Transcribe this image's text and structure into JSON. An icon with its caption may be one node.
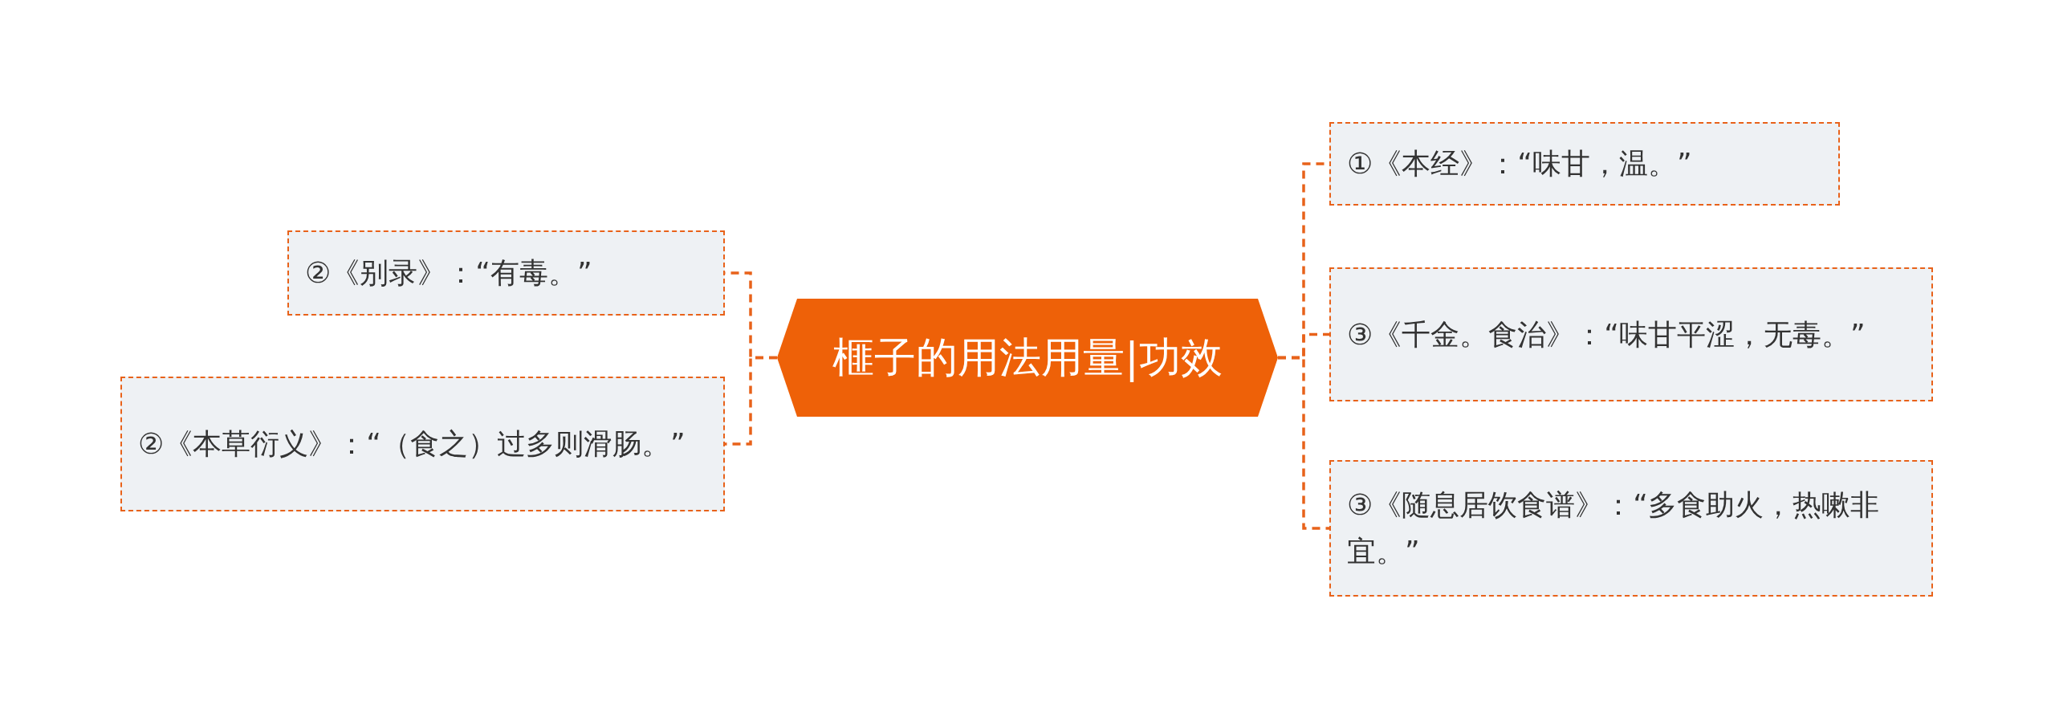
{
  "diagram": {
    "nodes": [
      {
        "text": [
          "榧子的用法用量|功效"
        ]
      },
      {
        "text": [
          "①《本经》：“味甘，温。”"
        ]
      },
      {
        "text": [
          "③《千金。食治》：“味甘平涩，无毒。”"
        ]
      },
      {
        "text": [
          "③《随息居饮食谱》：“多食助火，热嗽非宜。”"
        ]
      },
      {
        "text": [
          "②《别录》：“有毒。”"
        ]
      },
      {
        "text": [
          "②《本草衍义》：“（食之）过多则滑肠。”"
        ]
      }
    ],
    "edges": [
      {
        "from": 0,
        "to": 1,
        "arrow": "none"
      },
      {
        "from": 0,
        "to": 2,
        "arrow": "none"
      },
      {
        "from": 0,
        "to": 3,
        "arrow": "none"
      },
      {
        "from": 0,
        "to": 4,
        "arrow": "none"
      },
      {
        "from": 0,
        "to": 5,
        "arrow": "none"
      }
    ]
  }
}
